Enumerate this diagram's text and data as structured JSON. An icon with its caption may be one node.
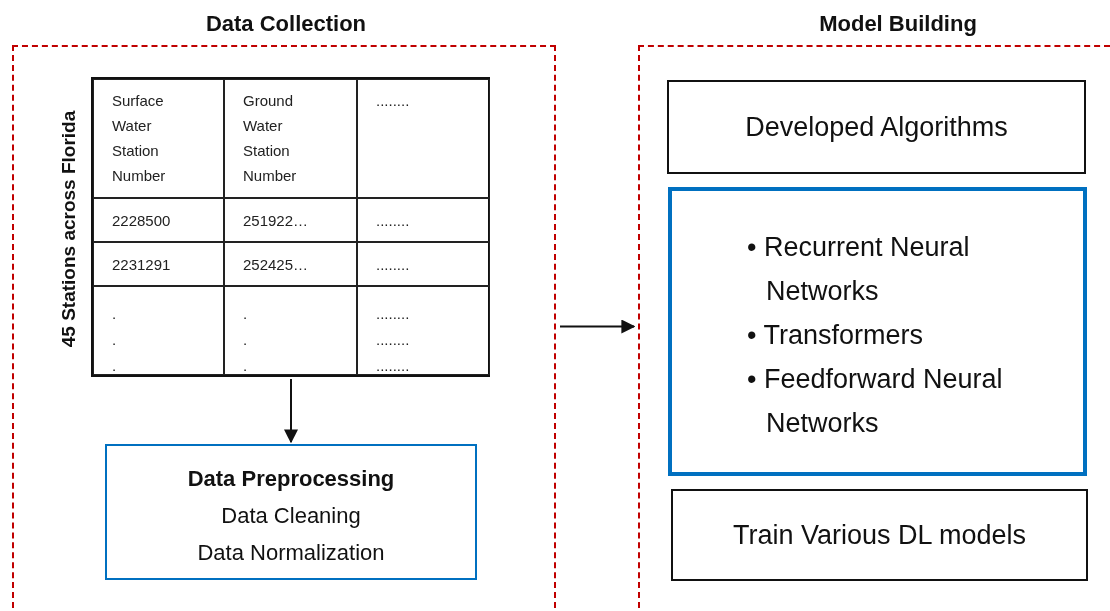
{
  "diagram": {
    "nodes": [
      {
        "text": [
          "Data Collection"
        ]
      },
      {
        "text": [],
        "shape": "box",
        "in": 0,
        "beside": [
          "45 Stations across Florida"
        ]
      },
      {
        "text": [
          "Data Preprocessing",
          "Data Cleaning",
          "Data Normalization"
        ],
        "in": 0
      },
      {
        "text": [
          "Model Building"
        ]
      },
      {
        "text": [
          "Developed Algorithms"
        ],
        "in": 3
      },
      {
        "text": [
          "• Recurrent Neural Networks",
          "• Transformers",
          "• Feedforward Neural Networks"
        ],
        "in": 3
      },
      {
        "text": [
          "Train Various DL models"
        ],
        "in": 3
      }
    ],
    "edges": [
      {
        "from": 1,
        "to": 2,
        "arrow": "to"
      },
      {
        "from": 0,
        "to": 3,
        "arrow": "to"
      }
    ],
    "labels": [
      "Surface Water Station Number",
      "Ground Water Station Number",
      "........",
      "2228500",
      "251922…",
      "........",
      "2231291",
      "252425…",
      "........",
      ". . .",
      ". . .",
      "........ ........ ........"
    ]
  }
}
